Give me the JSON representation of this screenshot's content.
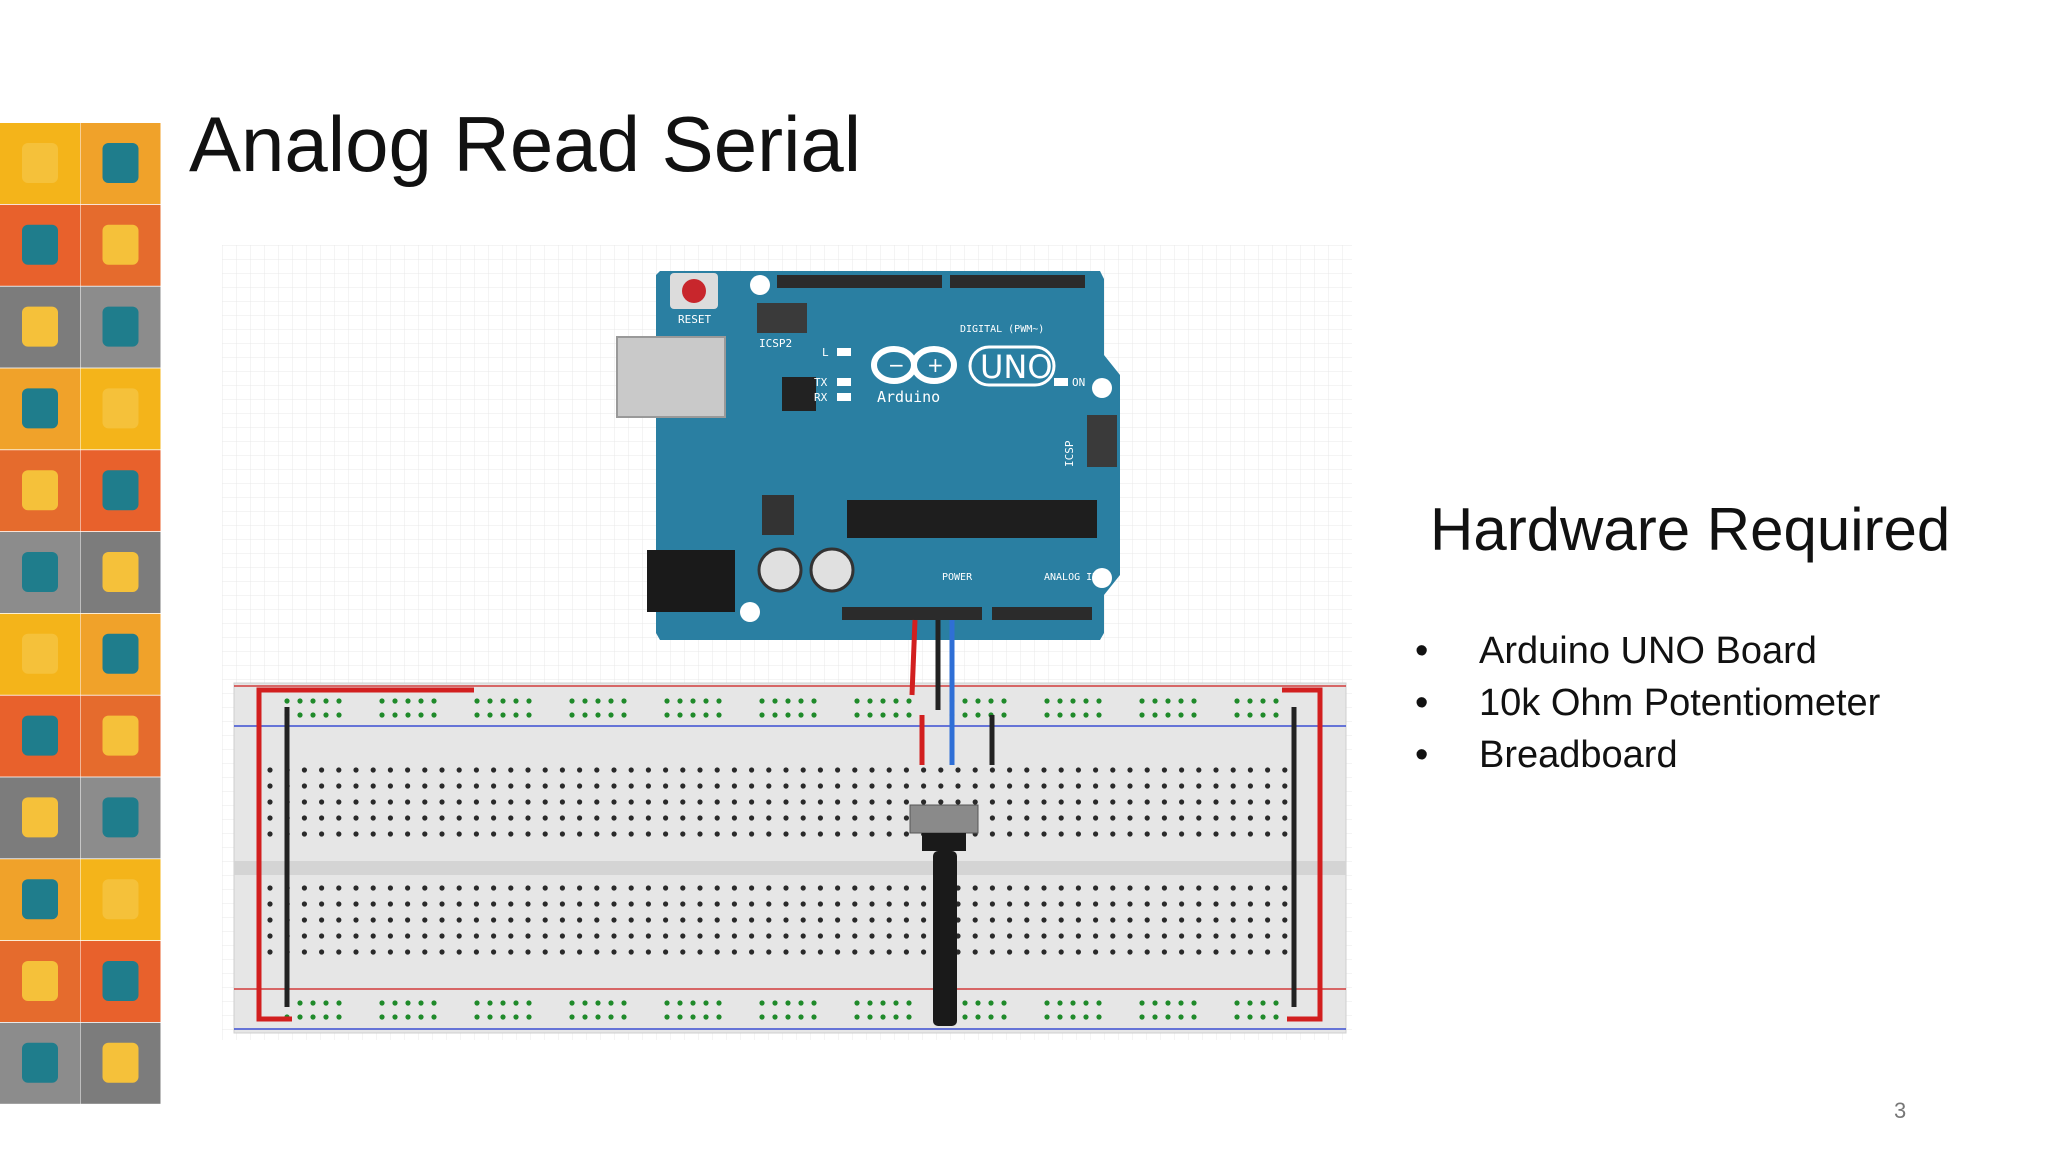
{
  "slide": {
    "title": "Analog Read Serial",
    "page_number": "3"
  },
  "hardware": {
    "heading": "Hardware Required",
    "bullet": "•",
    "items": [
      "Arduino UNO Board",
      "10k Ohm Potentiometer",
      "Breadboard"
    ]
  },
  "board": {
    "reset_label": "RESET",
    "icsp2_label": "ICSP2",
    "icsp_label": "ICSP",
    "brand": "Arduino",
    "model": "UNO",
    "digital_label": "DIGITAL (PWM~)",
    "power_label": "POWER",
    "analog_label": "ANALOG IN",
    "led_l": "L",
    "led_tx": "TX",
    "led_rx": "RX",
    "led_on": "ON"
  },
  "colors": {
    "board": "#2a7fa2",
    "wire_5v": "#d21f1f",
    "wire_gnd": "#222222",
    "wire_signal": "#2f6fd6",
    "rail_red": "#d23b3b",
    "rail_blue": "#3b4fd2"
  }
}
